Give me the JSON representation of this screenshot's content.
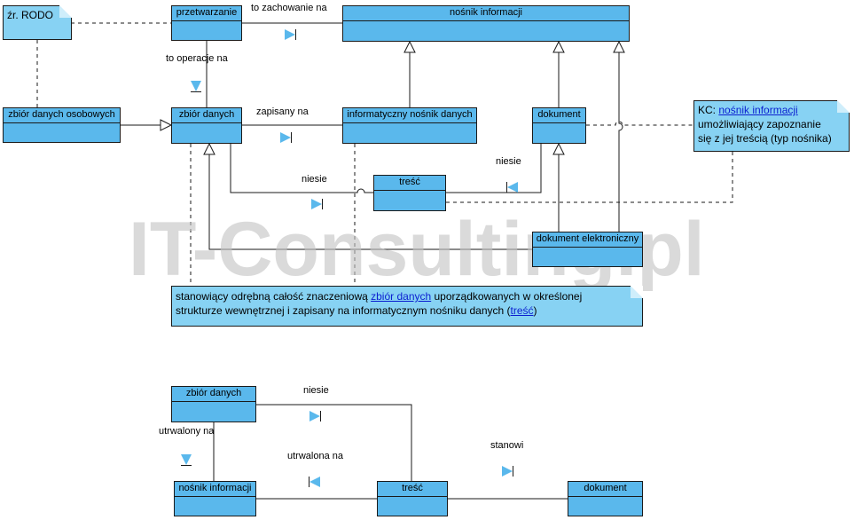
{
  "watermark": "IT-Consulting.pl",
  "classes": {
    "przetwarzanie": "przetwarzanie",
    "nosnik_informacji": "nośnik informacji",
    "zbior_danych_osobowych": "zbiór danych  osobowych",
    "zbior_danych": "zbiór danych",
    "informatyczny_nosnik": "informatyczny nośnik danych",
    "dokument": "dokument",
    "tresc": "treść",
    "dokument_elektroniczny": "dokument elektroniczny",
    "bottom_zbior_danych": "zbiór danych",
    "bottom_nosnik_informacji": "nośnik informacji",
    "bottom_tresc": "treść",
    "bottom_dokument": "dokument"
  },
  "notes": {
    "rodo": "źr. RODO",
    "kc_prefix": "KC: ",
    "kc_link": "nośnik informacji",
    "kc_line2": "umożliwiający zapoznanie",
    "kc_line3": "się z jej treścią (typ nośnika)",
    "def_part1": "stanowiący odrębną całość znaczeniową ",
    "def_link1": "zbiór danych",
    "def_part2": " uporządkowanych w określonej",
    "def_part3": "strukturze wewnętrznej i zapisany na informatycznym nośniku danych (",
    "def_link2": "treść",
    "def_part4": ")"
  },
  "labels": {
    "to_zachowanie_na": "to zachowanie na",
    "to_operacje_na": "to operacje na",
    "zapisany_na": "zapisany na",
    "niesie_1": "niesie",
    "niesie_2": "niesie",
    "niesie_3": "niesie",
    "utrwalony_na": "utrwalony na",
    "utrwalona_na": "utrwalona na",
    "stanowi": "stanowi"
  },
  "colors": {
    "class_fill": "#5ab8ec",
    "note_fill": "#87d2f3",
    "line": "#1a1a1a",
    "link": "#0b1fd0"
  }
}
